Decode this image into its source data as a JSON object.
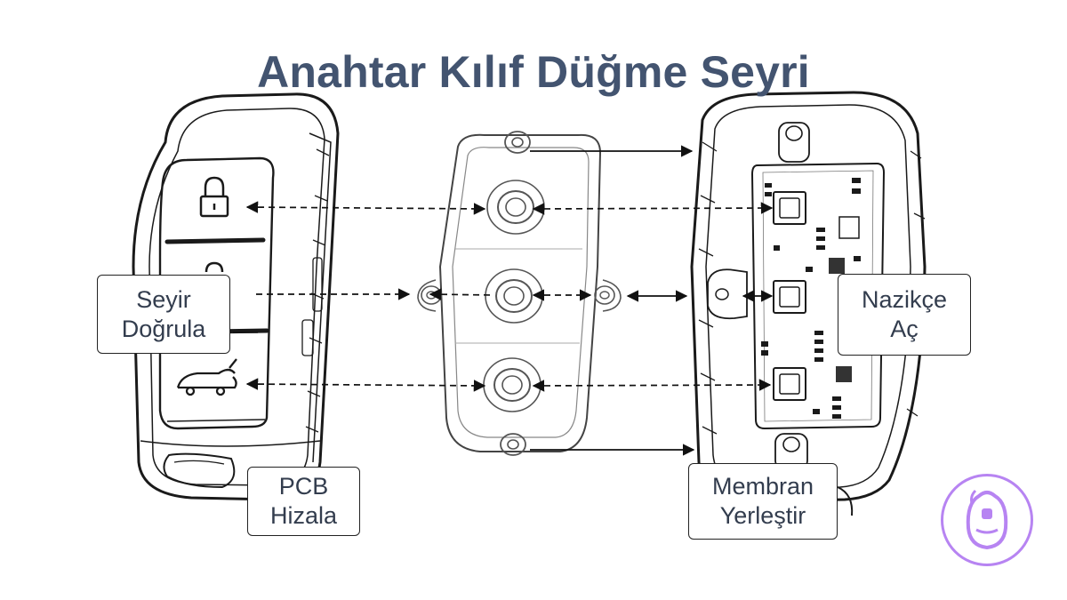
{
  "title": "Anahtar Kılıf Düğme Seyri",
  "callouts": {
    "verify_travel": {
      "line1": "Seyir",
      "line2": "Doğrula"
    },
    "align_pcb": {
      "line1": "PCB",
      "line2": "Hizala"
    },
    "open_gently": {
      "line1": "Nazikçe",
      "line2": "Aç"
    },
    "place_membrane": {
      "line1": "Membran",
      "line2": "Yerleştir"
    }
  },
  "icons": [
    "lock-icon",
    "trunk-icon",
    "key-fob-logo-icon"
  ],
  "colors": {
    "title": "#435470",
    "badge": "#b784f2",
    "outline": "#1a1a1a"
  }
}
